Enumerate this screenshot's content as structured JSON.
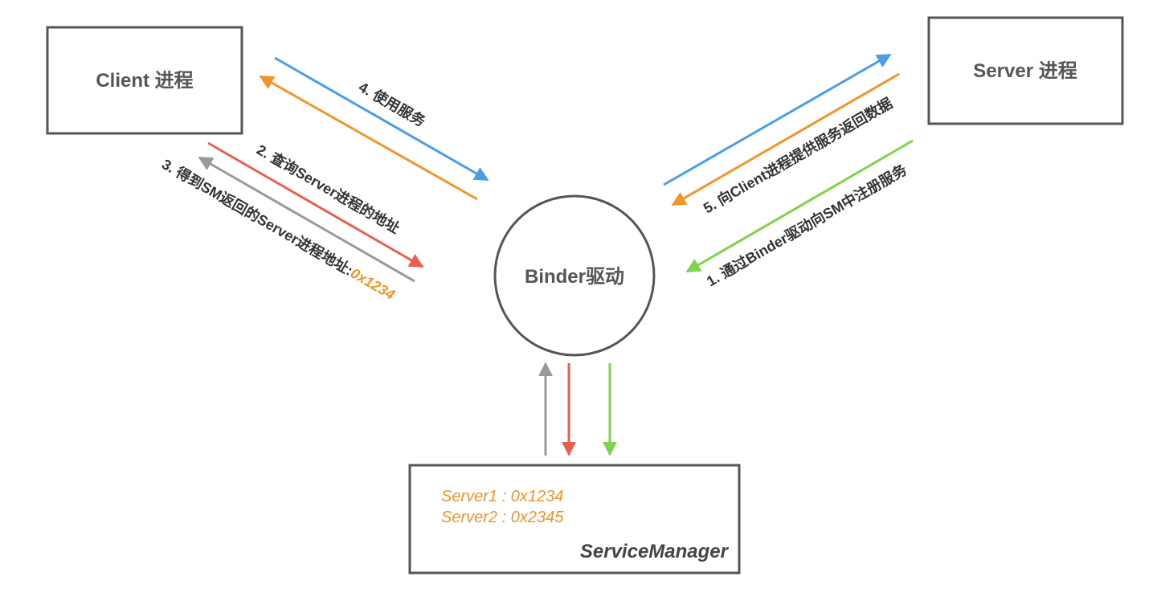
{
  "nodes": {
    "client": "Client 进程",
    "server": "Server 进程",
    "binder": "Binder驱动",
    "service_manager": {
      "title": "ServiceManager",
      "entries": [
        "Server1 : 0x1234",
        "Server2 : 0x2345"
      ]
    }
  },
  "edges": {
    "register": "1. 通过Binder驱动向SM中注册服务",
    "query": "2. 查询Server进程的地址",
    "result_prefix": "3. 得到SM返回的Server进程地址:",
    "result_address": "0x1234",
    "use_service": "4. 使用服务",
    "return_data": "5. 向Client进程提供服务返回数据"
  },
  "colors": {
    "blue": "#4a9ee8",
    "orange": "#f0952c",
    "red": "#e8604c",
    "gray": "#999999",
    "green": "#7ed34c",
    "border": "#555555"
  }
}
